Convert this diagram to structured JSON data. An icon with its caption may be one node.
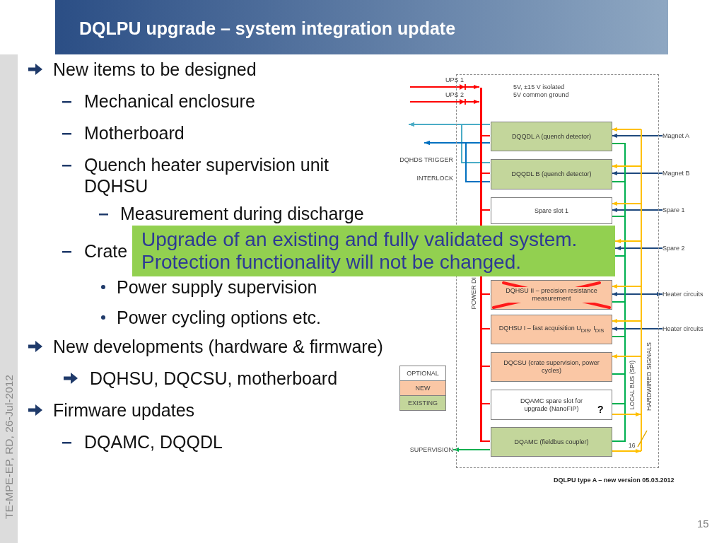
{
  "diagram": {
    "title": "DQLPU upgrade – system integration update",
    "caption": "DQLPU type A – new version 05.03.2012",
    "nodes": [
      {
        "text": [],
        "shape": "box"
      },
      {
        "text": [],
        "shape": "bar",
        "in": 0
      },
      {
        "text": [
          "DQQDL A (quench detector)"
        ],
        "in": 0
      },
      {
        "text": [
          "Magnet A"
        ]
      },
      {
        "text": [
          "DQQDL B (quench detector)"
        ],
        "in": 0
      },
      {
        "text": [
          "Magnet B"
        ]
      },
      {
        "text": [
          "Spare slot 1"
        ],
        "in": 0
      },
      {
        "text": [
          "Spare 1"
        ]
      },
      {
        "text": [
          "Upgrade of an existing and fully validated system. Protection functionality will not be changed."
        ]
      },
      {
        "text": [
          "Spare 2"
        ]
      },
      {
        "text": [
          "DQHSU II – precision resistance measurement"
        ],
        "in": 0
      },
      {
        "text": [
          "Heater circuits"
        ]
      },
      {
        "text": [
          "DQHSU I – fast acquisition U$_{DIS}$, I$_{DIS}$"
        ],
        "in": 0
      },
      {
        "text": [
          "Heater circuits"
        ]
      },
      {
        "text": [
          "DQCSU (crate supervision, power cycles)"
        ],
        "in": 0
      },
      {
        "text": [
          "DQAMC spare slot for upgrade (NanoFIP)",
          "?"
        ],
        "in": 0
      },
      {
        "text": [
          "SUPERVISION"
        ]
      },
      {
        "text": [
          "DQAMC (fieldbus coupler)"
        ],
        "in": 0
      }
    ],
    "edges": [
      {
        "from": null,
        "to": 1,
        "arrow": "to",
        "color": "#ff0000"
      },
      {
        "from": null,
        "to": 1,
        "arrow": "to",
        "color": "#ff0000"
      },
      {
        "from": 1,
        "to": 2,
        "arrow": "none",
        "color": "#ff0000"
      },
      {
        "from": 1,
        "to": 4,
        "arrow": "none",
        "color": "#ff0000"
      },
      {
        "from": 1,
        "to": 6,
        "arrow": "none",
        "color": "#ff0000"
      },
      {
        "from": 1,
        "to": 10,
        "arrow": "none",
        "color": "#ff0000"
      },
      {
        "from": 1,
        "to": 12,
        "arrow": "none",
        "color": "#ff0000"
      },
      {
        "from": 1,
        "to": 14,
        "arrow": "none",
        "color": "#ff0000"
      },
      {
        "from": 1,
        "to": 15,
        "arrow": "none",
        "color": "#ff0000"
      },
      {
        "from": 1,
        "to": 17,
        "arrow": "none",
        "color": "#ff0000"
      },
      {
        "from": 2,
        "to": null,
        "arrow": "to",
        "color": "#4bacc6"
      },
      {
        "from": 4,
        "to": null,
        "arrow": "to",
        "color": "#4bacc6"
      },
      {
        "from": 2,
        "to": null,
        "arrow": "to",
        "color": "#0070c0"
      },
      {
        "from": 4,
        "to": null,
        "arrow": "to",
        "color": "#0070c0"
      },
      {
        "from": 17,
        "to": 16,
        "arrow": "to",
        "color": "#00b050"
      },
      {
        "from": 3,
        "to": 2,
        "arrow": "to",
        "color": "#1f497d"
      },
      {
        "from": 5,
        "to": 4,
        "arrow": "to",
        "color": "#1f497d"
      },
      {
        "from": 7,
        "to": 6,
        "arrow": "to",
        "color": "#1f497d"
      },
      {
        "from": 9,
        "to": 8,
        "arrow": "to",
        "color": "#1f497d"
      },
      {
        "from": 10,
        "to": 11,
        "arrow": "both",
        "color": "#1f497d"
      },
      {
        "from": 13,
        "to": 12,
        "arrow": "to",
        "color": "#1f497d"
      },
      {
        "from": 15,
        "to": 2,
        "arrow": "to",
        "color": "#ffc000"
      },
      {
        "from": 15,
        "to": 4,
        "arrow": "to",
        "color": "#ffc000"
      },
      {
        "from": 15,
        "to": 6,
        "arrow": "to",
        "color": "#ffc000"
      },
      {
        "from": 15,
        "to": 8,
        "arrow": "to",
        "color": "#ffc000"
      },
      {
        "from": 15,
        "to": 10,
        "arrow": "to",
        "color": "#ffc000"
      },
      {
        "from": 15,
        "to": 12,
        "arrow": "to",
        "color": "#ffc000"
      },
      {
        "from": 15,
        "to": 14,
        "arrow": "to",
        "color": "#ffc000"
      },
      {
        "from": 17,
        "to": 2,
        "arrow": "to",
        "color": "#ffc000"
      },
      {
        "from": 17,
        "to": 4,
        "arrow": "to",
        "color": "#ffc000"
      },
      {
        "from": 17,
        "to": 6,
        "arrow": "to",
        "color": "#ffc000"
      },
      {
        "from": 17,
        "to": 8,
        "arrow": "to",
        "color": "#ffc000"
      },
      {
        "from": 17,
        "to": 10,
        "arrow": "to",
        "color": "#ffc000"
      },
      {
        "from": 17,
        "to": 12,
        "arrow": "to",
        "color": "#ffc000"
      },
      {
        "from": 17,
        "to": 14,
        "arrow": "to",
        "color": "#ffc000"
      },
      {
        "from": 2,
        "to": 4,
        "arrow": "none",
        "color": "#00b050"
      },
      {
        "from": 4,
        "to": 6,
        "arrow": "none",
        "color": "#00b050"
      },
      {
        "from": 6,
        "to": 8,
        "arrow": "none",
        "color": "#00b050"
      },
      {
        "from": 8,
        "to": 10,
        "arrow": "none",
        "color": "#00b050"
      },
      {
        "from": 10,
        "to": 12,
        "arrow": "none",
        "color": "#00b050"
      },
      {
        "from": 12,
        "to": 14,
        "arrow": "none",
        "color": "#00b050"
      },
      {
        "from": 14,
        "to": 15,
        "arrow": "none",
        "color": "#00b050"
      },
      {
        "from": 15,
        "to": 17,
        "arrow": "none",
        "color": "#00b050"
      }
    ],
    "labels": [
      "New items to be designed",
      "Mechanical enclosure",
      "Motherboard",
      "Quench heater supervision unit DQHSU",
      "Measurement during discharge",
      "Crate",
      "Power supply supervision",
      "Power cycling options etc.",
      "New developments (hardware & firmware)",
      "DQHSU, DQCSU, motherboard",
      "Firmware updates",
      "DQAMC, DQQDL",
      "UPS 1",
      "UPS 2",
      "5V, ±15 V isolated 5V common ground",
      "DQHDS TRIGGER",
      "INTERLOCK",
      "POWER DI",
      "LOCAL BUS (SPI)",
      "HARDWIRED SIGNALS",
      "16",
      "TE-MPE-EP, RD, 26-Jul-2012",
      "15"
    ],
    "legend": [
      {
        "text": "OPTIONAL",
        "color": "#ffffff"
      },
      {
        "text": "NEW",
        "color": "#fac7a5"
      },
      {
        "text": "EXISTING",
        "color": "#c3d69b"
      }
    ]
  }
}
